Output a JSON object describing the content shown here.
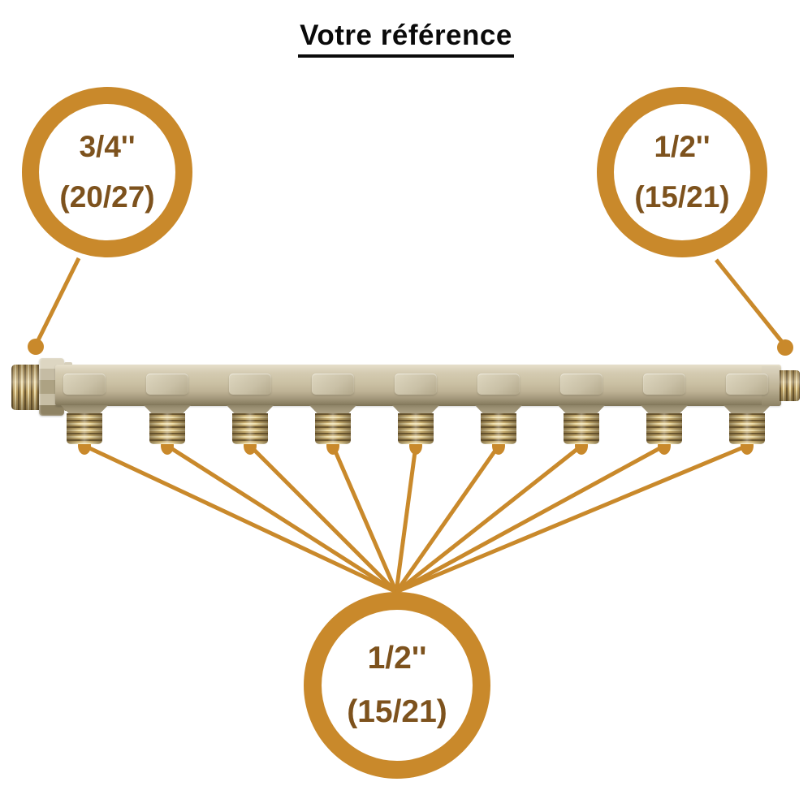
{
  "header": {
    "title": "Votre référence"
  },
  "colors": {
    "accent": "#c9892b",
    "callout_text": "#7d521d",
    "title_text": "#0a0a0a"
  },
  "callouts": {
    "left": {
      "size": "3/4''",
      "thread_designation": "(20/27)"
    },
    "right": {
      "size": "1/2''",
      "thread_designation": "(15/21)"
    },
    "bottom": {
      "size": "1/2''",
      "thread_designation": "(15/21)"
    }
  },
  "product": {
    "type": "brass-manifold",
    "outlet_count": 9
  }
}
